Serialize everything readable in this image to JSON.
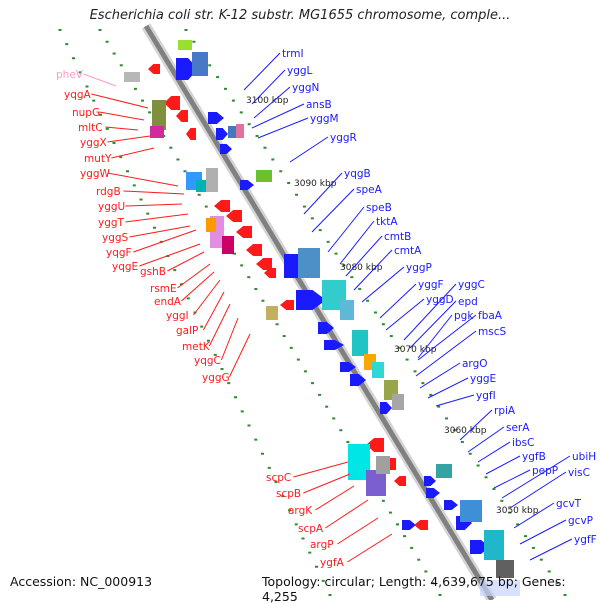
{
  "title": "Escherichia coli str. K-12 substr. MG1655 chromosome, comple...",
  "accession": "Accession: NC_000913",
  "summary": "Topology: circular; Length: 4,639,675 bp; Genes: 4,255",
  "kbp_labels": [
    "3100 kbp",
    "3090 kbp",
    "3080 kbp",
    "3070 kbp",
    "3060 kbp",
    "3050 kbp"
  ],
  "right_genes": [
    "trmI",
    "yggL",
    "yggN",
    "ansB",
    "yggM",
    "yggR",
    "yqgB",
    "speA",
    "speB",
    "tktA",
    "cmtB",
    "cmtA",
    "yggP",
    "yggF",
    "yggD",
    "yggC",
    "epd",
    "pgk",
    "fbaA",
    "mscS",
    "argO",
    "yggE",
    "ygfI",
    "rpiA",
    "serA",
    "ibsC",
    "ygfB",
    "pepP",
    "ubiH",
    "visC",
    "gcvT",
    "gcvP",
    "ygfF"
  ],
  "left_genes_top": [
    "pheV",
    "yqgA",
    "nupG",
    "mltC",
    "yggX",
    "mutY",
    "yggW",
    "rdgB",
    "yggU",
    "yggT",
    "yggS",
    "yqgF",
    "yqgE",
    "gshB",
    "rsmE",
    "endA",
    "yggI",
    "galP",
    "metK",
    "yqgC",
    "yggG"
  ],
  "left_genes_bottom": [
    "scpC",
    "scpB",
    "argK",
    "scpA",
    "argP",
    "ygfA"
  ],
  "colors": {
    "forward": "#1a1aff",
    "reverse": "#ff1a1a",
    "trna": "#ff99cc",
    "backbone": "#808080",
    "tick": "#2e8b2e"
  }
}
